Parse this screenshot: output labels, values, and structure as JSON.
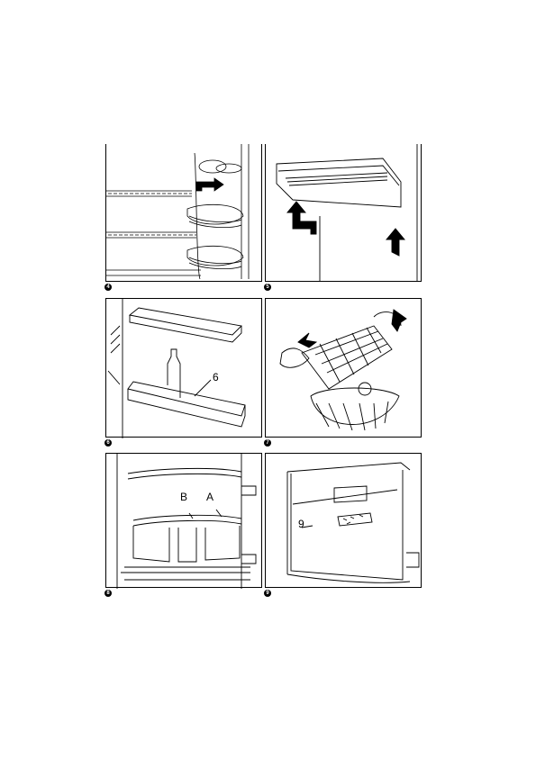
{
  "figures": [
    {
      "number": "4",
      "labels": []
    },
    {
      "number": "5",
      "labels": []
    },
    {
      "number": "6",
      "labels": [
        "6"
      ]
    },
    {
      "number": "7",
      "labels": []
    },
    {
      "number": "8",
      "labels": [
        "B",
        "A"
      ]
    },
    {
      "number": "9",
      "labels": [
        "9"
      ]
    }
  ]
}
